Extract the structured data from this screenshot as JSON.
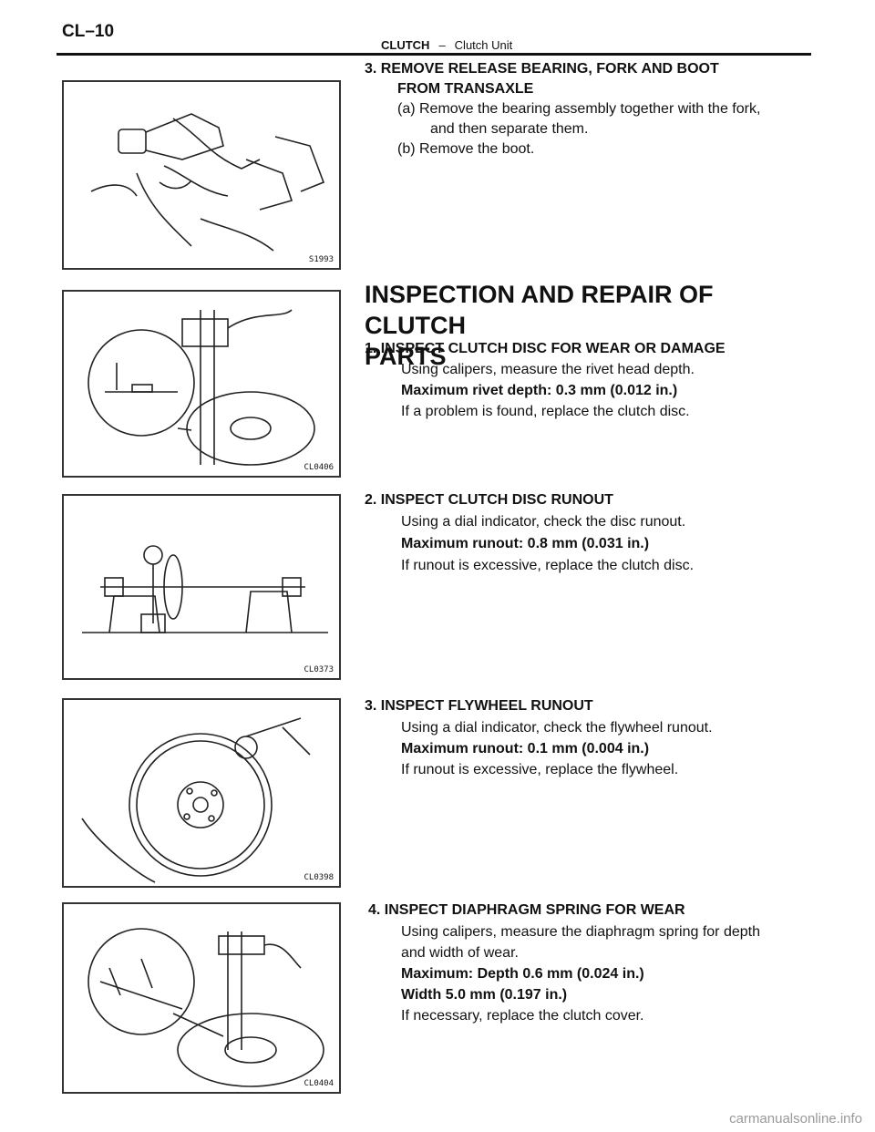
{
  "header": {
    "page_number": "CL–10",
    "section": "CLUTCH",
    "separator": "–",
    "subsection": "Clutch Unit"
  },
  "figures": [
    {
      "code": "S1993",
      "icon": "release-bearing-removal-illustration"
    },
    {
      "code": "CL0406",
      "icon": "calipers-on-clutch-disc-illustration"
    },
    {
      "code": "CL0373",
      "icon": "dial-indicator-on-disc-illustration"
    },
    {
      "code": "CL0398",
      "icon": "dial-indicator-on-flywheel-illustration"
    },
    {
      "code": "CL0404",
      "icon": "calipers-on-diaphragm-spring-illustration"
    }
  ],
  "remove_step": {
    "title_1": "3. REMOVE RELEASE BEARING, FORK AND BOOT",
    "title_2": "FROM TRANSAXLE",
    "sub_a_1": "(a) Remove the bearing assembly together with the fork,",
    "sub_a_2": "and then separate them.",
    "sub_b": "(b) Remove the boot."
  },
  "section_heading": {
    "line_1": "INSPECTION AND REPAIR OF CLUTCH",
    "line_2": "PARTS"
  },
  "steps": [
    {
      "title": "1. INSPECT CLUTCH DISC FOR WEAR OR DAMAGE",
      "instruction": "Using calipers, measure the rivet head depth.",
      "spec": "Maximum rivet depth: 0.3 mm (0.012 in.)",
      "action": "If a problem is found, replace the clutch disc."
    },
    {
      "title": "2. INSPECT CLUTCH DISC RUNOUT",
      "instruction": "Using a dial indicator, check the disc runout.",
      "spec": "Maximum runout: 0.8 mm (0.031 in.)",
      "action": "If runout is excessive, replace the clutch disc."
    },
    {
      "title": "3. INSPECT FLYWHEEL RUNOUT",
      "instruction": "Using a dial indicator, check the flywheel runout.",
      "spec": "Maximum runout: 0.1 mm (0.004 in.)",
      "action": "If runout is excessive, replace the flywheel."
    },
    {
      "title": "4. INSPECT DIAPHRAGM SPRING FOR WEAR",
      "instruction_1": "Using calipers, measure the diaphragm spring for depth",
      "instruction_2": "and width of wear.",
      "spec_1": "Maximum: Depth 0.6 mm (0.024 in.)",
      "spec_2": "Width 5.0 mm (0.197 in.)",
      "action": "If necessary, replace the clutch cover."
    }
  ],
  "footer": {
    "watermark": "carmanualsonline.info"
  }
}
